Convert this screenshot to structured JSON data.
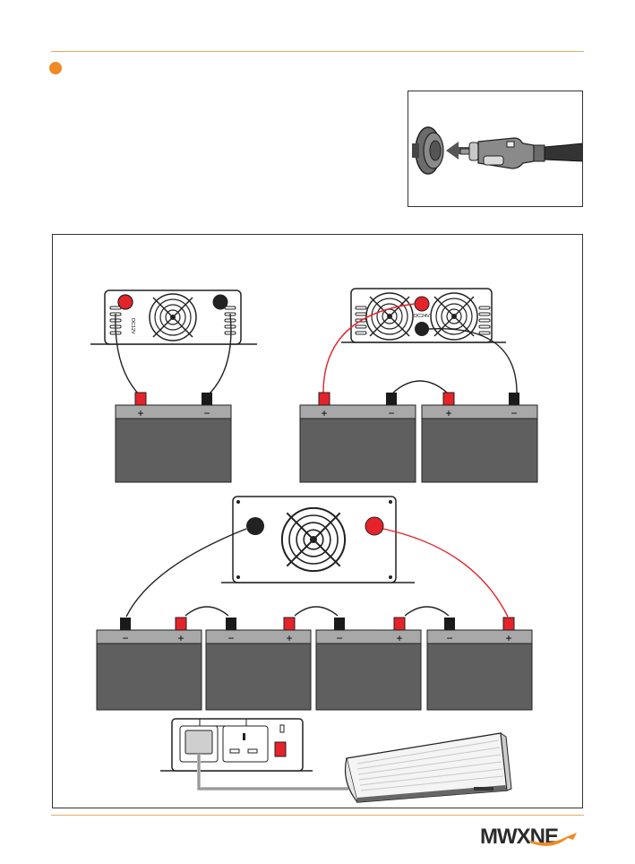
{
  "colors": {
    "accent": "#f08a24",
    "rule": "#e8a869",
    "positive": "#e5232a",
    "negative": "#1a1a1a",
    "battery_body": "#5f5f5f",
    "battery_top": "#a8a8a8"
  },
  "inverter_top_left": {
    "label": "DC12V"
  },
  "inverter_top_right": {
    "label": "DC24V"
  },
  "battery_signs": {
    "plus": "+",
    "minus": "−"
  },
  "logo": {
    "text": "MWXNE"
  }
}
